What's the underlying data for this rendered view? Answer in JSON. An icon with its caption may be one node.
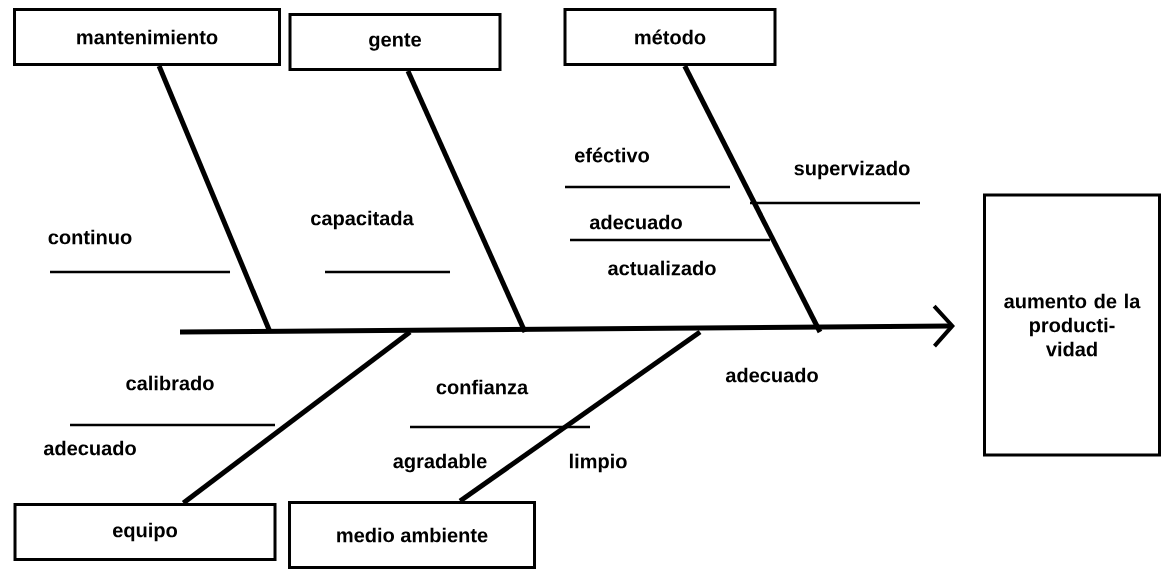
{
  "diagram": {
    "nodes": [
      {
        "text": [
          "mantenimiento"
        ]
      },
      {
        "text": [
          "gente"
        ]
      },
      {
        "text": [
          "método"
        ]
      },
      {
        "text": [
          "aumento de la producti- vidad"
        ]
      },
      {
        "text": [
          "equipo"
        ]
      },
      {
        "text": [
          "medio ambiente"
        ]
      }
    ],
    "edges": [
      {
        "from": null,
        "to": 3,
        "arrow": "to"
      },
      {
        "from": 0,
        "to": null,
        "arrow": "none"
      },
      {
        "from": 1,
        "to": null,
        "arrow": "none"
      },
      {
        "from": 2,
        "to": null,
        "arrow": "none"
      },
      {
        "from": 4,
        "to": null,
        "arrow": "none"
      },
      {
        "from": 5,
        "to": null,
        "arrow": "none"
      }
    ],
    "labels": [
      "eféctivo",
      "supervizado",
      "capacitada",
      "continuo",
      "adecuado",
      "actualizado",
      "calibrado",
      "confianza",
      "adecuado",
      "adecuado",
      "agradable",
      "limpio"
    ]
  }
}
